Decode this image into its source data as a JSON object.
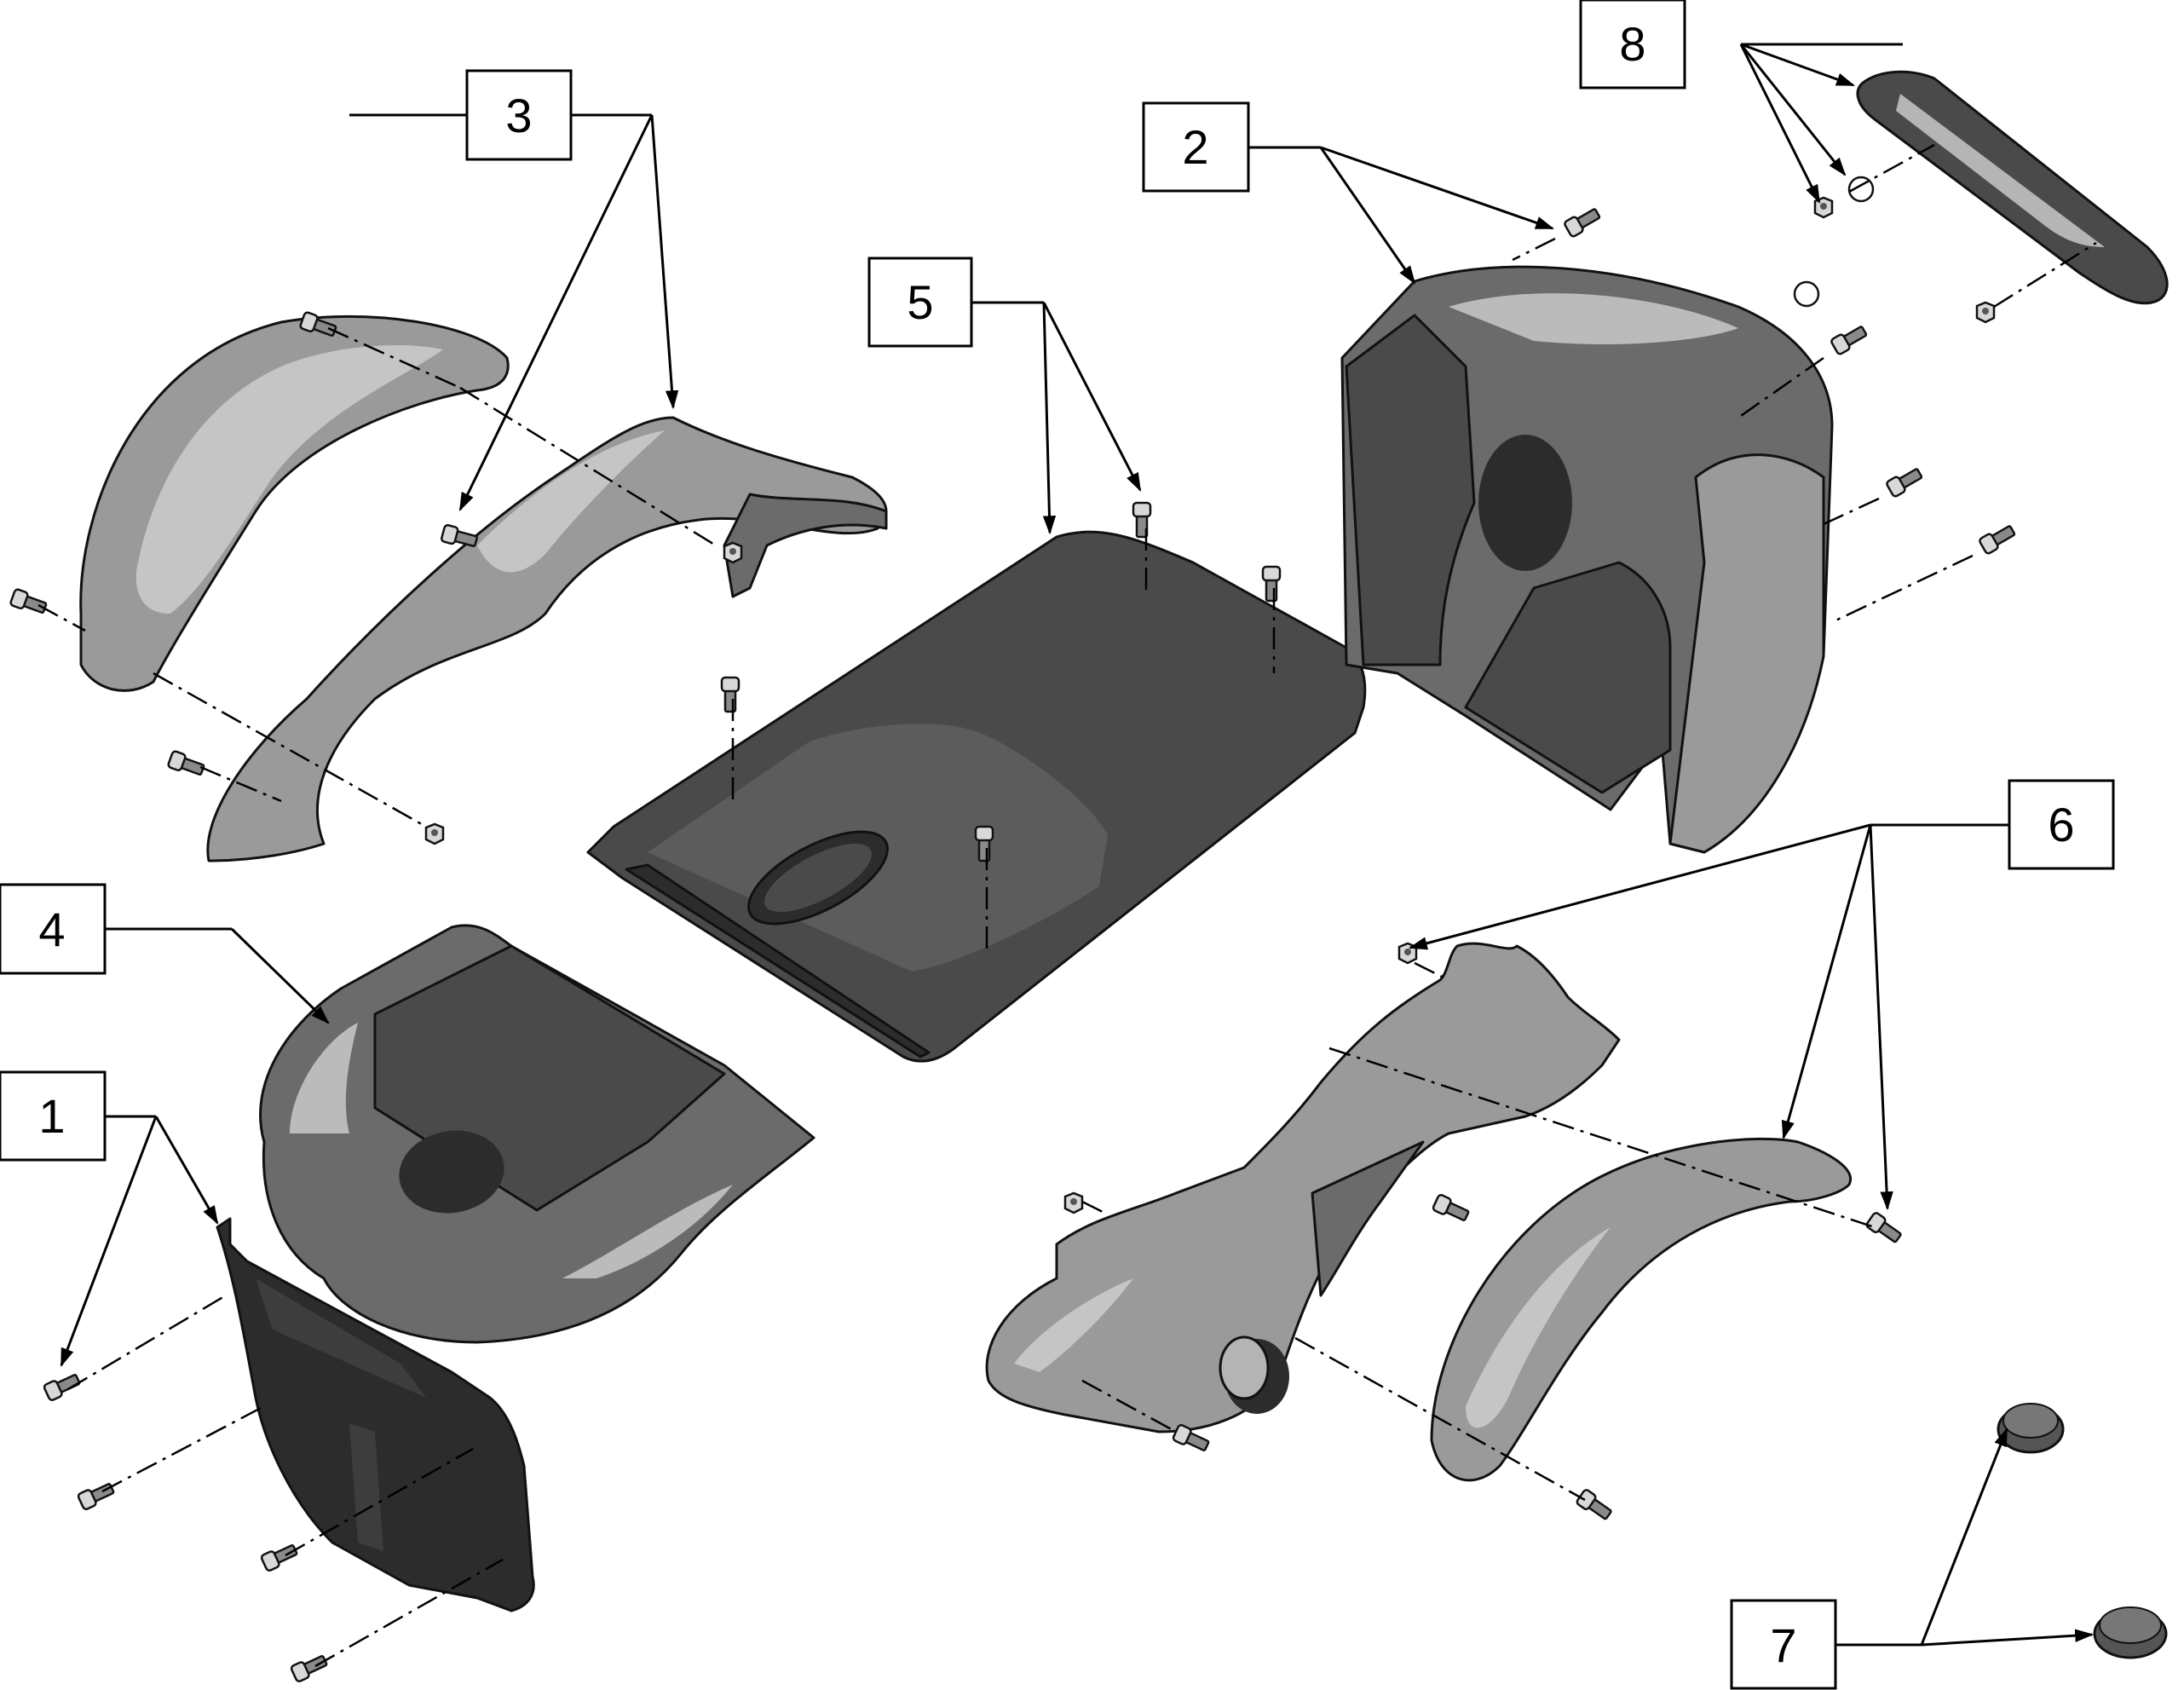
{
  "callouts": [
    {
      "id": "1",
      "label": "1"
    },
    {
      "id": "2",
      "label": "2"
    },
    {
      "id": "3",
      "label": "3"
    },
    {
      "id": "4",
      "label": "4"
    },
    {
      "id": "5",
      "label": "5"
    },
    {
      "id": "6",
      "label": "6"
    },
    {
      "id": "7",
      "label": "7"
    },
    {
      "id": "8",
      "label": "8"
    }
  ],
  "colors": {
    "light_shroud": "#9a9a9a",
    "mid_shroud": "#6b6b6b",
    "dark_shroud": "#4a4a4a",
    "black_part": "#2c2c2c",
    "line": "#000000"
  }
}
